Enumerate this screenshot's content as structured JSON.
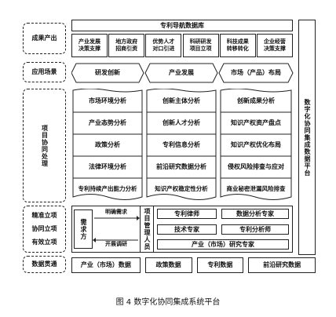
{
  "left_labels": {
    "outputs": "成果产出",
    "scenarios": "应用场景",
    "collab": "项目协同处理",
    "projects": [
      "精准立项",
      "协同立项",
      "有效立项"
    ],
    "data": "数据贯通"
  },
  "top": {
    "title": "专利导航数据库",
    "items": [
      "产业发展\n决策支撑",
      "地方政府\n招商引资",
      "优势人才\n对口引进",
      "科研研发\n项目立项",
      "科技成果\n转移转化",
      "企业经营\n决策支撑"
    ]
  },
  "scenarios": [
    "研发创新",
    "产业发展",
    "市场（产品）布局"
  ],
  "columns": {
    "col1": [
      "市场环境分析",
      "产业态势分析",
      "政策分析",
      "法律环境分析",
      "专利持续产出能力分析"
    ],
    "col2": [
      "创新主体分析",
      "创新人才分析",
      "专利信息分析",
      "前沿研究数据分析",
      "知识产权稳定性分析"
    ],
    "col3": [
      "创新成果分析",
      "知识产权资产盘点",
      "知识产权优化布局",
      "侵权风险排查与应对",
      "商业秘密泄漏风险排查"
    ]
  },
  "right_label": "数字化协同集成数据平台",
  "project": {
    "demand": "需求方",
    "arrow_top": "明确需求",
    "arrow_bottom": "开展调研",
    "manager": "项目管理人员",
    "experts": [
      "专利律师",
      "数据分析专家",
      "技术专家",
      "专利分析师",
      "产业（市场）研究专家"
    ]
  },
  "data_row": [
    "产业（市场）数据",
    "政策数据",
    "专利数据",
    "前沿研究数据"
  ],
  "caption": "图 4   数字化协同集成系统平台"
}
